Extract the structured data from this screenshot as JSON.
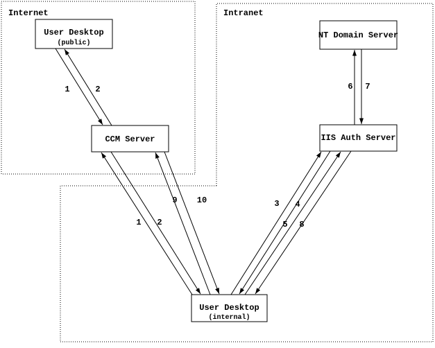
{
  "diagram": {
    "type": "network-architecture-diagram",
    "colors": {
      "line": "#000000",
      "background": "#ffffff",
      "text": "#000000"
    }
  },
  "zones": {
    "internet": {
      "label": "Internet"
    },
    "intranet": {
      "label": "Intranet"
    }
  },
  "nodes": {
    "user_desktop_public": {
      "title": "User Desktop",
      "subtitle": "(public)",
      "zone": "Internet"
    },
    "ccm_server": {
      "title": "CCM Server",
      "zone": "Internet"
    },
    "nt_domain_server": {
      "title": "NT Domain Server",
      "zone": "Intranet"
    },
    "iis_auth_server": {
      "title": "IIS Auth Server",
      "zone": "Intranet"
    },
    "user_desktop_internal": {
      "title": "User Desktop",
      "subtitle": "(internal)",
      "zone": "Intranet"
    }
  },
  "edges": [
    {
      "label": "1",
      "from": "user_desktop_public",
      "to": "ccm_server"
    },
    {
      "label": "2",
      "from": "ccm_server",
      "to": "user_desktop_public"
    },
    {
      "label": "1",
      "from": "user_desktop_internal",
      "to": "ccm_server"
    },
    {
      "label": "2",
      "from": "ccm_server",
      "to": "user_desktop_internal"
    },
    {
      "label": "9",
      "from": "user_desktop_internal",
      "to": "ccm_server"
    },
    {
      "label": "10",
      "from": "ccm_server",
      "to": "user_desktop_internal"
    },
    {
      "label": "3",
      "from": "user_desktop_internal",
      "to": "iis_auth_server"
    },
    {
      "label": "4",
      "from": "iis_auth_server",
      "to": "user_desktop_internal"
    },
    {
      "label": "5",
      "from": "user_desktop_internal",
      "to": "iis_auth_server"
    },
    {
      "label": "8",
      "from": "iis_auth_server",
      "to": "user_desktop_internal"
    },
    {
      "label": "6",
      "from": "iis_auth_server",
      "to": "nt_domain_server"
    },
    {
      "label": "7",
      "from": "nt_domain_server",
      "to": "iis_auth_server"
    }
  ]
}
